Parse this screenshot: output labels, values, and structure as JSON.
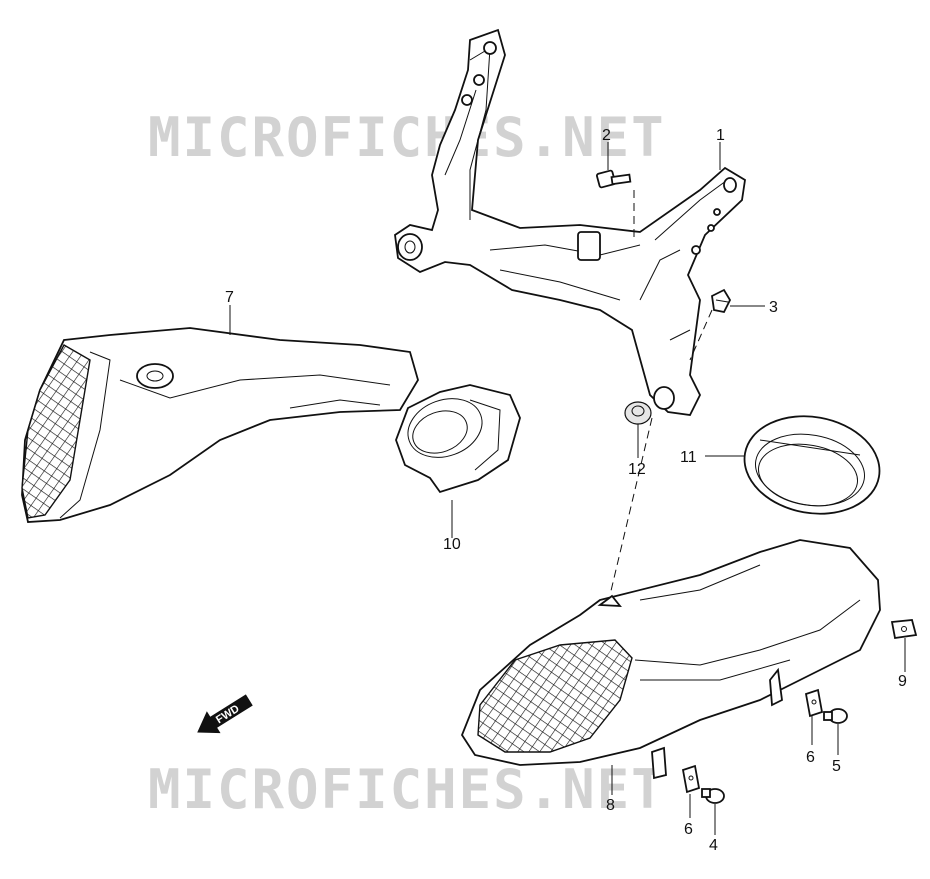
{
  "watermark": {
    "text": "MICROFICHES.NET"
  },
  "direction_arrow": {
    "label": "FWD",
    "icon": "fwd-arrow-icon"
  },
  "callouts": {
    "c1": "1",
    "c2": "2",
    "c3": "3",
    "c4": "4",
    "c5": "5",
    "c6a": "6",
    "c6b": "6",
    "c7": "7",
    "c8": "8",
    "c9": "9",
    "c10": "10",
    "c11": "11",
    "c12": "12"
  }
}
